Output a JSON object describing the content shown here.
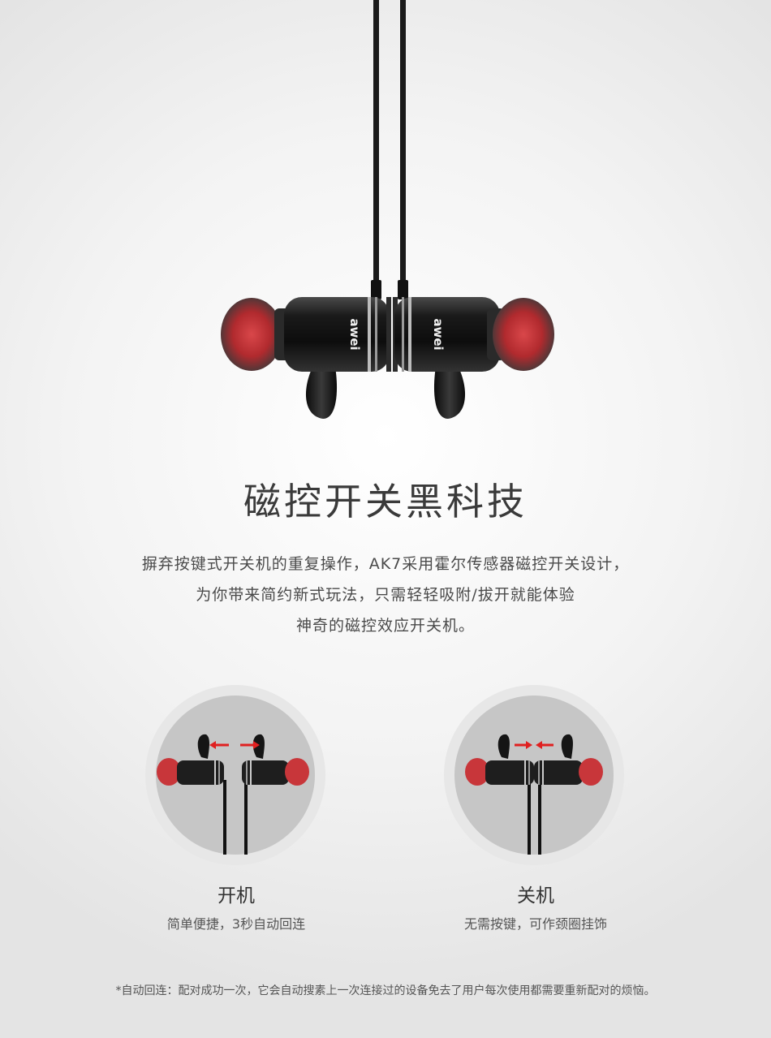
{
  "hero": {
    "brand_left": "awei",
    "brand_right": "awei"
  },
  "heading": "磁控开关黑科技",
  "description": {
    "line1": "摒弃按键式开关机的重复操作，AK7采用霍尔传感器磁控开关设计，",
    "line2": "为你带来简约新式玩法，只需轻轻吸附/拔开就能体验",
    "line3": "神奇的磁控效应开关机。"
  },
  "modes": [
    {
      "label": "开机",
      "sub": "简单便捷，3秒自动回连",
      "arrows": "apart"
    },
    {
      "label": "关机",
      "sub": "无需按键，可作颈圈挂饰",
      "arrows": "together"
    }
  ],
  "footnote": "*自动回连：配对成功一次，它会自动搜素上一次连接过的设备免去了用户每次使用都需要重新配对的烦恼。",
  "colors": {
    "eartip": "#c8363a",
    "body": "#1e1e1e",
    "arrow": "#e02020",
    "circle_outer": "#e6e6e6",
    "circle_inner": "#c4c4c4"
  }
}
